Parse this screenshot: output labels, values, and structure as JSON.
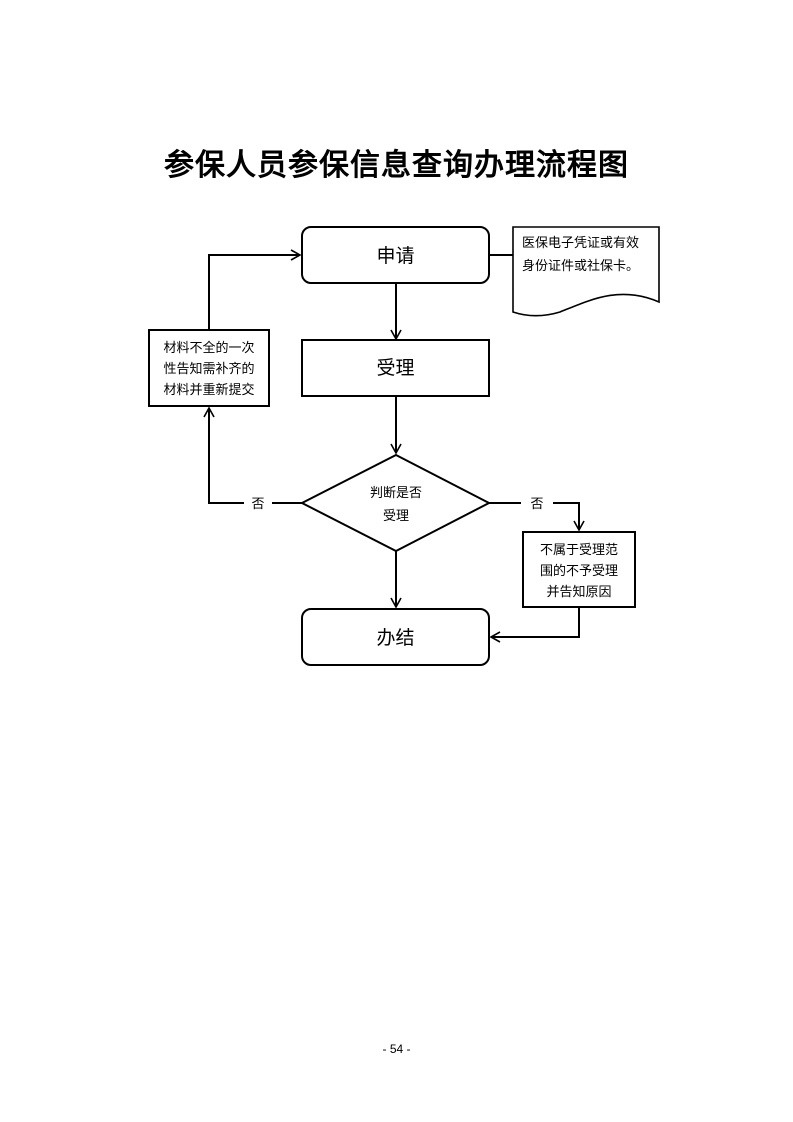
{
  "title": "参保人员参保信息查询办理流程图",
  "nodes": {
    "apply": "申请",
    "accept": "受理",
    "decision": [
      "判断是否",
      "受理"
    ],
    "finish": "办结",
    "document_note": [
      "医保电子凭证或有效",
      "身份证件或社保卡。"
    ],
    "incomplete": [
      "材料不全的一次",
      "性告知需补齐的",
      "材料并重新提交"
    ],
    "reject": [
      "不属于受理范",
      "围的不予受理",
      "并告知原因"
    ]
  },
  "edge_labels": {
    "left_no": "否",
    "right_no": "否"
  },
  "page_number": "- 54 -"
}
